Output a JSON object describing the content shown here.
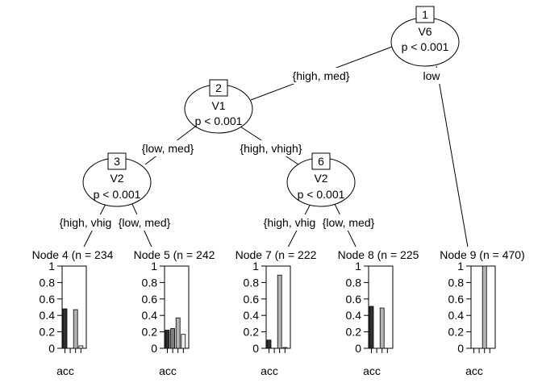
{
  "colors": {
    "bar_fills": [
      "#303030",
      "#7d7d7d",
      "#b4b4b4",
      "#ececec"
    ],
    "line": "#000000",
    "background": "#ffffff"
  },
  "tree": {
    "inner_nodes": [
      {
        "id": "1",
        "var": "V6",
        "p": "p < 0.001"
      },
      {
        "id": "2",
        "var": "V1",
        "p": "p < 0.001"
      },
      {
        "id": "3",
        "var": "V2",
        "p": "p < 0.001"
      },
      {
        "id": "6",
        "var": "V2",
        "p": "p < 0.001"
      }
    ],
    "edge_labels": [
      {
        "id": "e1-2",
        "text": "{high, med}"
      },
      {
        "id": "e1-9",
        "text": "low"
      },
      {
        "id": "e2-3",
        "text": "{low, med}"
      },
      {
        "id": "e2-6",
        "text": "{high, vhigh}"
      },
      {
        "id": "e3-4",
        "text": "{high, vhig"
      },
      {
        "id": "e3-5",
        "text": "{low, med}"
      },
      {
        "id": "e6-7",
        "text": "{high, vhig"
      },
      {
        "id": "e6-8",
        "text": "{low, med}"
      }
    ],
    "terminal_nodes": [
      {
        "id": "4",
        "title": "Node 4 (n = 234",
        "xlabel": "acc",
        "values": [
          0.48,
          0.0,
          0.47,
          0.03
        ]
      },
      {
        "id": "5",
        "title": "Node 5 (n = 242",
        "xlabel": "acc",
        "values": [
          0.22,
          0.24,
          0.37,
          0.17
        ]
      },
      {
        "id": "7",
        "title": "Node 7 (n = 222",
        "xlabel": "acc",
        "values": [
          0.1,
          0.0,
          0.89,
          0.01
        ]
      },
      {
        "id": "8",
        "title": "Node 8 (n = 225",
        "xlabel": "acc",
        "values": [
          0.51,
          0.0,
          0.49,
          0.0
        ]
      },
      {
        "id": "9",
        "title": "Node 9 (n = 470)",
        "xlabel": "acc",
        "values": [
          0.0,
          0.0,
          1.0,
          0.0
        ]
      }
    ],
    "y_ticks": [
      "1",
      "0.8",
      "0.6",
      "0.4",
      "0.2",
      "0"
    ],
    "y_range": [
      0,
      1
    ]
  }
}
